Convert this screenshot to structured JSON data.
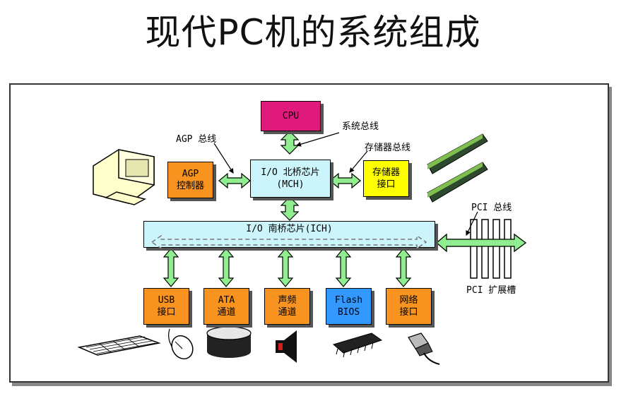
{
  "title": "现代PC机的系统组成",
  "boxes": {
    "cpu": {
      "l1": "CPU",
      "l2": ""
    },
    "agp": {
      "l1": "AGP",
      "l2": "控制器"
    },
    "mch": {
      "l1": "I/O 北桥芯片",
      "l2": "(MCH)"
    },
    "mem": {
      "l1": "存储器",
      "l2": "接口"
    },
    "ich": {
      "l1": "I/O 南桥芯片(ICH)"
    },
    "usb": {
      "l1": "USB",
      "l2": "接口"
    },
    "ata": {
      "l1": "ATA",
      "l2": "通道"
    },
    "audio": {
      "l1": "声频",
      "l2": "通道"
    },
    "flash": {
      "l1": "Flash",
      "l2": "BIOS"
    },
    "net": {
      "l1": "网络",
      "l2": "接口"
    }
  },
  "labels": {
    "system_bus": "系统总线",
    "agp_bus": "AGP 总线",
    "mem_bus": "存储器总线",
    "pci_bus": "PCI 总线",
    "pci_slot": "PCI 扩展槽"
  },
  "colors": {
    "cpu": "#e0197d",
    "orange": "#f7931e",
    "yellow": "#ffff00",
    "cyan": "#ccf5fb",
    "blue": "#3399ff",
    "arrow": "#90ee90"
  },
  "icons": [
    "monitor-icon",
    "memory-module-icon",
    "keyboard-icon",
    "mouse-icon",
    "disk-icon",
    "speaker-icon",
    "chip-icon",
    "network-connector-icon"
  ]
}
